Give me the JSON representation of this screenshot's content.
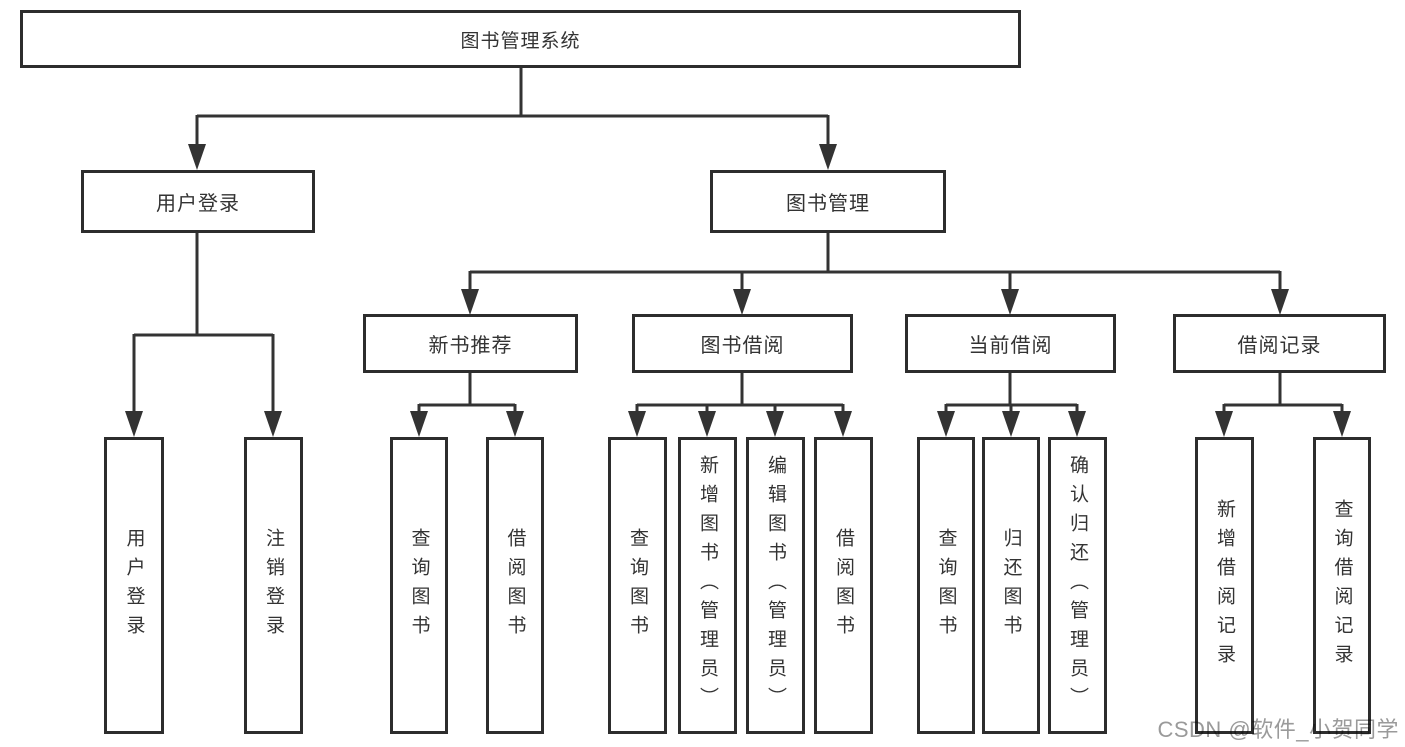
{
  "diagram": {
    "root": {
      "label": "图书管理系统"
    },
    "branches": [
      {
        "label": "用户登录",
        "children": [
          {
            "label": "用户登录"
          },
          {
            "label": "注销登录"
          }
        ]
      },
      {
        "label": "图书管理",
        "children": [
          {
            "label": "新书推荐",
            "children": [
              {
                "label": "查询图书"
              },
              {
                "label": "借阅图书"
              }
            ]
          },
          {
            "label": "图书借阅",
            "children": [
              {
                "label": "查询图书"
              },
              {
                "label": "新增图书（管理员）"
              },
              {
                "label": "编辑图书（管理员）"
              },
              {
                "label": "借阅图书"
              }
            ]
          },
          {
            "label": "当前借阅",
            "children": [
              {
                "label": "查询图书"
              },
              {
                "label": "归还图书"
              },
              {
                "label": "确认归还（管理员）"
              }
            ]
          },
          {
            "label": "借阅记录",
            "children": [
              {
                "label": "新增借阅记录"
              },
              {
                "label": "查询借阅记录"
              }
            ]
          }
        ]
      }
    ]
  },
  "watermark": {
    "text": "CSDN @软件_小贺同学"
  },
  "colors": {
    "box_border": "#2d2d2d",
    "line": "#333333",
    "text": "#333333",
    "watermark": "#9a9a9a",
    "background": "#ffffff"
  }
}
